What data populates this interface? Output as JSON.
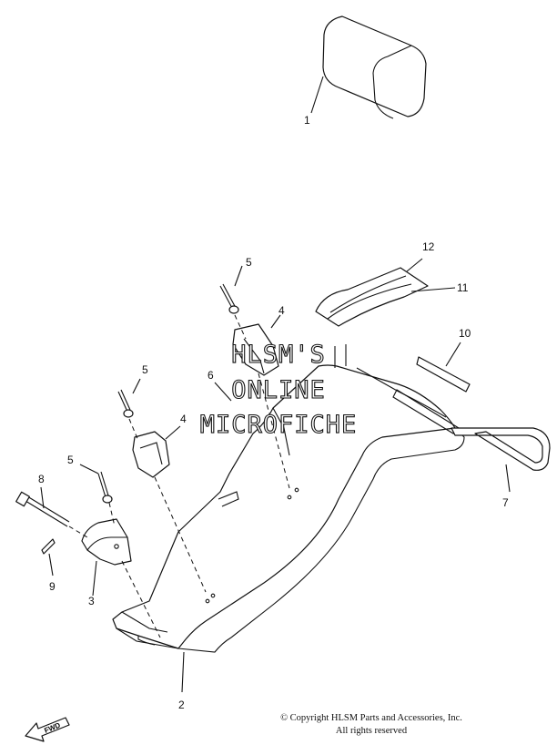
{
  "callouts": [
    {
      "id": "1",
      "label": "1"
    },
    {
      "id": "2",
      "label": "2"
    },
    {
      "id": "3",
      "label": "3"
    },
    {
      "id": "4a",
      "label": "4"
    },
    {
      "id": "4b",
      "label": "4"
    },
    {
      "id": "5a",
      "label": "5"
    },
    {
      "id": "5b",
      "label": "5"
    },
    {
      "id": "5c",
      "label": "5"
    },
    {
      "id": "6",
      "label": "6"
    },
    {
      "id": "7",
      "label": "7"
    },
    {
      "id": "8",
      "label": "8"
    },
    {
      "id": "9",
      "label": "9"
    },
    {
      "id": "10",
      "label": "10"
    },
    {
      "id": "11",
      "label": "11"
    },
    {
      "id": "12",
      "label": "12"
    }
  ],
  "watermark": {
    "line1": "HLSM'S",
    "line2": "ONLINE",
    "line3": "MICROFICHE"
  },
  "copyright": {
    "line1": "© Copyright HLSM Parts and Accessories, Inc.",
    "line2": "All rights reserved"
  },
  "fwd_label": "FWD"
}
